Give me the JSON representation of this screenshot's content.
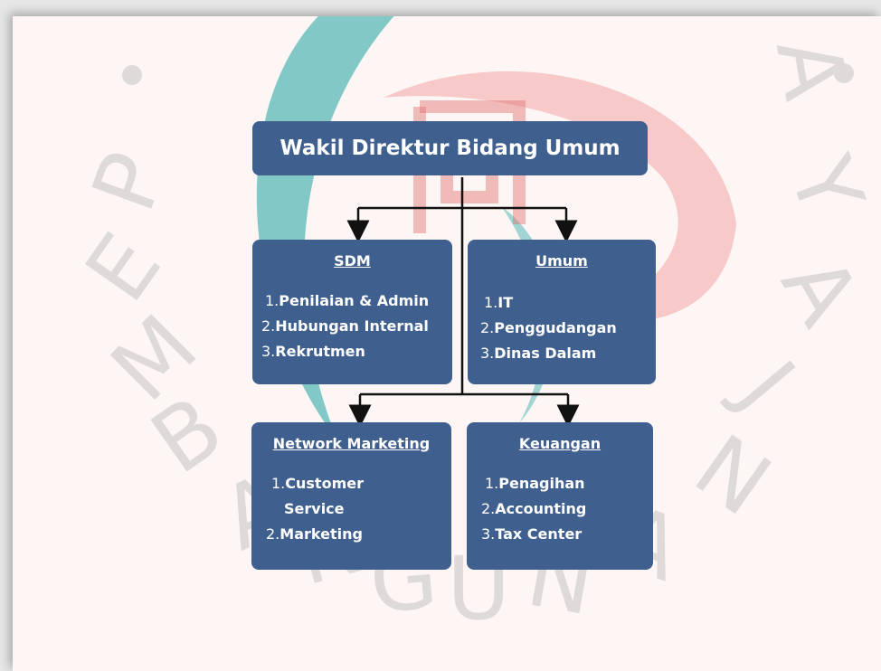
{
  "watermark": {
    "letters": [
      "P",
      "E",
      "M",
      "B",
      "A",
      "N",
      "G",
      "U",
      "N",
      "A",
      "N",
      "J",
      "A",
      "Y",
      "A"
    ],
    "colors": {
      "teal": "#58b8b8",
      "red": "#e85a5a"
    }
  },
  "org_chart": {
    "top": {
      "title": "Wakil Direktur Bidang Umum"
    },
    "boxes": [
      {
        "title": "SDM",
        "items": [
          {
            "num": "1.",
            "text": "Penilaian & Admin"
          },
          {
            "num": "2.",
            "text": "Hubungan Internal"
          },
          {
            "num": "3.",
            "text": "Rekrutmen"
          }
        ]
      },
      {
        "title": "Umum",
        "items": [
          {
            "num": "1.",
            "text": "IT"
          },
          {
            "num": "2.",
            "text": "Penggudangan"
          },
          {
            "num": "3.",
            "text": "Dinas Dalam"
          }
        ]
      },
      {
        "title": "Network Marketing",
        "items": [
          {
            "num": "1.",
            "text": "Customer"
          },
          {
            "num": "",
            "text": "Service"
          },
          {
            "num": "2.",
            "text": "Marketing"
          }
        ]
      },
      {
        "title": "Keuangan",
        "items": [
          {
            "num": "1.",
            "text": "Penagihan"
          },
          {
            "num": "2.",
            "text": "Accounting"
          },
          {
            "num": "3.",
            "text": "Tax Center"
          }
        ]
      }
    ],
    "box_color": "#3f5f8f",
    "line_color": "#111111"
  }
}
